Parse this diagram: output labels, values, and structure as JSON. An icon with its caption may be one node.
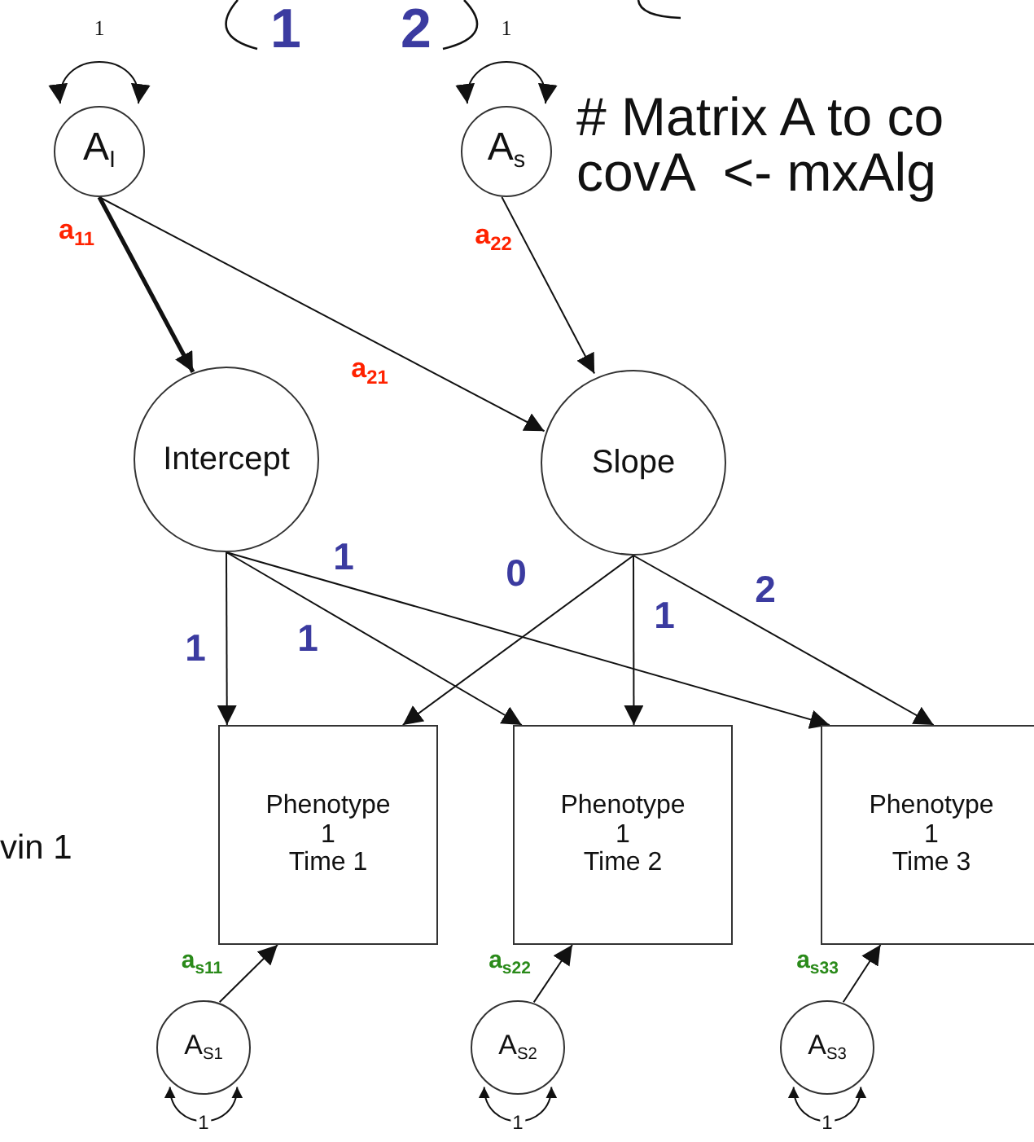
{
  "diagram": {
    "nodes": [
      {
        "text": [
          "A$_{I}$"
        ]
      },
      {
        "text": [
          "A$_{s}$"
        ]
      },
      {
        "text": [
          "Intercept"
        ]
      },
      {
        "text": [
          "Slope"
        ]
      },
      {
        "text": [
          "Phenotype",
          "1",
          "Time 1"
        ]
      },
      {
        "text": [
          "Phenotype",
          "1",
          "Time 2"
        ]
      },
      {
        "text": [
          "Phenotype",
          "1",
          "Time 3"
        ]
      },
      {
        "text": [
          "A$_{S1}$"
        ]
      },
      {
        "text": [
          "A$_{S2}$"
        ]
      },
      {
        "text": [
          "A$_{S3}$"
        ]
      }
    ],
    "edges": [
      {
        "from": 0,
        "to": 0,
        "arrow": "both",
        "label": "1"
      },
      {
        "from": 1,
        "to": 1,
        "arrow": "both",
        "label": "1"
      },
      {
        "from": 0,
        "to": 2,
        "arrow": "to",
        "label": "a$_{11}$",
        "style": "thick"
      },
      {
        "from": 0,
        "to": 3,
        "arrow": "to",
        "label": "a$_{21}$"
      },
      {
        "from": 1,
        "to": 3,
        "arrow": "to",
        "label": "a$_{22}$"
      },
      {
        "from": 2,
        "to": 4,
        "arrow": "to",
        "label": "1"
      },
      {
        "from": 2,
        "to": 5,
        "arrow": "to",
        "label": "1"
      },
      {
        "from": 2,
        "to": 6,
        "arrow": "to",
        "label": "1"
      },
      {
        "from": 3,
        "to": 4,
        "arrow": "to",
        "label": "0"
      },
      {
        "from": 3,
        "to": 5,
        "arrow": "to",
        "label": "1"
      },
      {
        "from": 3,
        "to": 6,
        "arrow": "to",
        "label": "2"
      },
      {
        "from": 7,
        "to": 4,
        "arrow": "to",
        "label": "a$_{s11}$"
      },
      {
        "from": 8,
        "to": 5,
        "arrow": "to",
        "label": "a$_{s22}$"
      },
      {
        "from": 9,
        "to": 6,
        "arrow": "to",
        "label": "a$_{s33}$"
      },
      {
        "from": 7,
        "to": 7,
        "arrow": "both",
        "label": "1"
      },
      {
        "from": 8,
        "to": 8,
        "arrow": "both",
        "label": "1"
      },
      {
        "from": 9,
        "to": 9,
        "arrow": "both",
        "label": "1"
      }
    ],
    "labels": [
      "1",
      "2",
      "# Matrix A to co",
      "covA  <- mxAlg",
      "vin 1"
    ]
  }
}
